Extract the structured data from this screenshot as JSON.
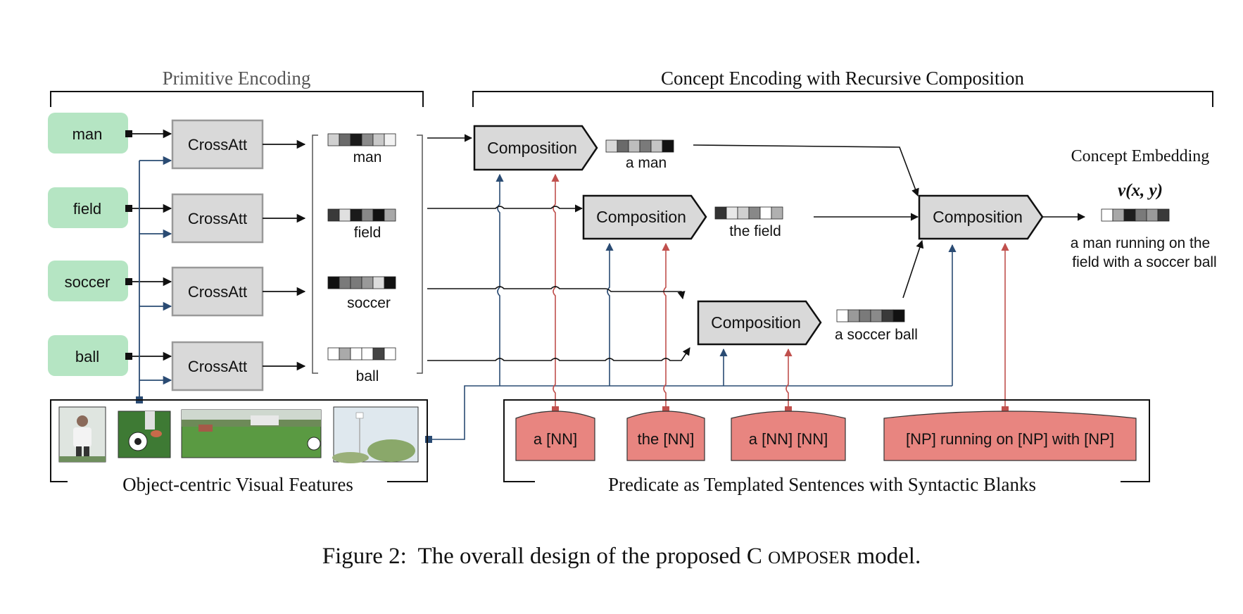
{
  "sections": {
    "primitive": "Primitive Encoding",
    "concept": "Concept Encoding with Recursive Composition",
    "visual": "Object-centric Visual Features",
    "predicate": "Predicate as Templated Sentences with Syntactic Blanks"
  },
  "words": [
    "man",
    "field",
    "soccer",
    "ball"
  ],
  "crossatt_label": "CrossAtt",
  "primitive_labels": [
    "man",
    "field",
    "soccer",
    "ball"
  ],
  "composition_label": "Composition",
  "phrases": {
    "a_man": "a man",
    "the_field": "the field",
    "a_soccer_ball": "a soccer ball"
  },
  "templates": [
    "a [NN]",
    "the [NN]",
    "a [NN] [NN]",
    "[NP] running on [NP] with [NP]"
  ],
  "output": {
    "title": "Concept Embedding",
    "symbol": "v(x, y)",
    "caption_line1": "a man running on the",
    "caption_line2": "field with a soccer ball"
  },
  "figure_caption": {
    "prefix": "Figure 2:",
    "text_before": "The overall design of the proposed ",
    "model_C": "C",
    "model_rest": "OMPOSER",
    "text_after": " model."
  },
  "colors": {
    "word_box": "#b5e5c3",
    "template_box": "#e88580",
    "template_stroke": "#333333",
    "gray_box": "#d9d9d9",
    "blue_line": "#2a4b73",
    "red_line": "#c0504d"
  },
  "embedding_shades": {
    "man": [
      "#d0d0d0",
      "#6a6a6a",
      "#1a1a1a",
      "#8a8a8a",
      "#c8c8c8",
      "#f2f2f2"
    ],
    "field": [
      "#3a3a3a",
      "#e0e0e0",
      "#1a1a1a",
      "#888888",
      "#111111",
      "#a8a8a8"
    ],
    "soccer": [
      "#111111",
      "#7a7a7a",
      "#7a7a7a",
      "#999999",
      "#dcdcdc",
      "#111111"
    ],
    "ball": [
      "#ffffff",
      "#aaaaaa",
      "#ffffff",
      "#ffffff",
      "#444444",
      "#ffffff"
    ],
    "a_man": [
      "#d8d8d8",
      "#6a6a6a",
      "#bdbdbd",
      "#7a7a7a",
      "#c4c4c4",
      "#111111"
    ],
    "the_field": [
      "#333333",
      "#e8e8e8",
      "#d0d0d0",
      "#888888",
      "#ffffff",
      "#b0b0b0"
    ],
    "a_soccer_ball": [
      "#ffffff",
      "#9a9a9a",
      "#7a7a7a",
      "#8a8a8a",
      "#3a3a3a",
      "#111111"
    ],
    "concept": [
      "#ffffff",
      "#a8a8a8",
      "#1e1e1e",
      "#7a7a7a",
      "#9a9a9a",
      "#3a3a3a"
    ]
  }
}
